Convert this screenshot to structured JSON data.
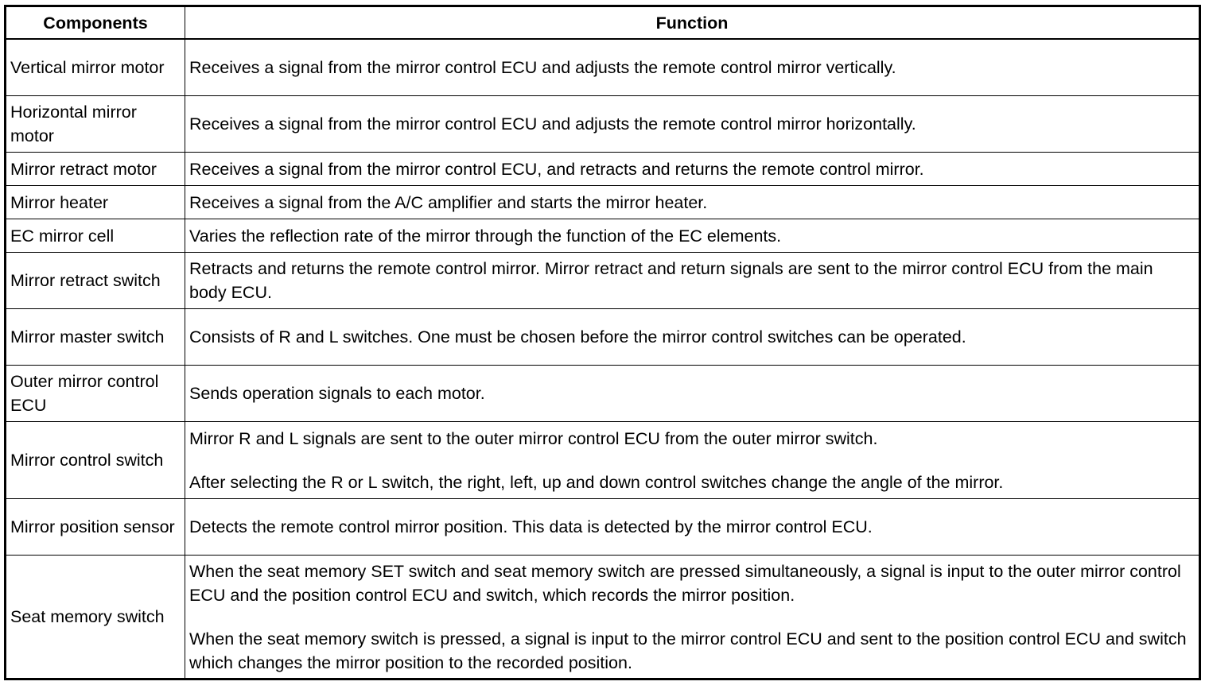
{
  "table": {
    "headers": {
      "components": "Components",
      "function": "Function"
    },
    "rows": [
      {
        "component": "Vertical mirror motor",
        "function": [
          "Receives a signal from the mirror control ECU and adjusts the remote control mirror vertically."
        ]
      },
      {
        "component": "Horizontal mirror motor",
        "function": [
          "Receives a signal from the mirror control ECU and adjusts the remote control mirror horizontally."
        ]
      },
      {
        "component": "Mirror retract motor",
        "function": [
          "Receives a signal from the mirror control ECU, and retracts and returns the remote control mirror."
        ]
      },
      {
        "component": "Mirror heater",
        "function": [
          "Receives a signal from the A/C amplifier and starts the mirror heater."
        ]
      },
      {
        "component": "EC mirror cell",
        "function": [
          "Varies the reflection rate of the mirror through the function of the EC elements."
        ]
      },
      {
        "component": "Mirror retract switch",
        "function": [
          "Retracts and returns the remote control mirror. Mirror retract and return signals are sent to the mirror control ECU from the main body ECU."
        ]
      },
      {
        "component": "Mirror master switch",
        "function": [
          "Consists of R and L switches. One must be chosen before the mirror control switches can be operated."
        ]
      },
      {
        "component": "Outer mirror control ECU",
        "function": [
          "Sends operation signals to each motor."
        ]
      },
      {
        "component": "Mirror control switch",
        "function": [
          "Mirror R and L signals are sent to the outer mirror control ECU from the outer mirror switch.",
          "After selecting the R or L switch, the right, left, up and down control switches change the angle of the mirror."
        ]
      },
      {
        "component": "Mirror position sensor",
        "function": [
          "Detects the remote control mirror position. This data is detected by the mirror control ECU."
        ]
      },
      {
        "component": "Seat memory switch",
        "function": [
          "When the seat memory SET switch and seat memory switch are pressed simultaneously, a signal is input to the outer mirror control ECU and the position control ECU and switch, which records the mirror position.",
          "When the seat memory switch is pressed, a signal is input to the mirror control ECU and sent to the position control ECU and switch which changes the mirror position to the recorded position."
        ]
      }
    ]
  }
}
